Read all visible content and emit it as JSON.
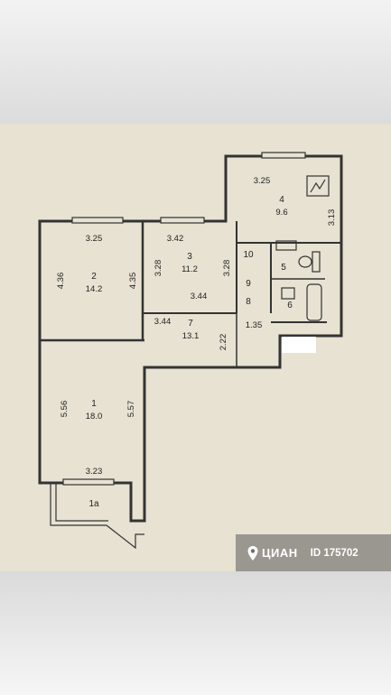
{
  "watermark": {
    "brand": "ЦИАН",
    "listing_id": "ID 175702",
    "icon": "location-pin-icon"
  },
  "rooms": [
    {
      "number": "1",
      "area": "18.0"
    },
    {
      "number": "1a",
      "area": ""
    },
    {
      "number": "2",
      "area": "14.2"
    },
    {
      "number": "3",
      "area": "11.2"
    },
    {
      "number": "4",
      "area": "9.6"
    },
    {
      "number": "5",
      "area": ""
    },
    {
      "number": "6",
      "area": ""
    },
    {
      "number": "7",
      "area": "13.1"
    },
    {
      "number": "8",
      "area": ""
    },
    {
      "number": "9",
      "area": ""
    },
    {
      "number": "10",
      "area": ""
    }
  ],
  "dimensions": {
    "room2_width": "3.25",
    "room2_height_left": "4.36",
    "room2_height_right": "4.35",
    "room3_width_top": "3.42",
    "room3_width_bottom": "3.44",
    "room3_height_left": "3.28",
    "room3_height_right": "3.28",
    "room4_width": "3.25",
    "room4_height": "3.13",
    "room7_width": "3.44",
    "room7_height": "2.22",
    "corridor_width": "1.35",
    "room1_height_left": "5.56",
    "room1_height_right": "5.57",
    "room1_width": "3.23"
  }
}
